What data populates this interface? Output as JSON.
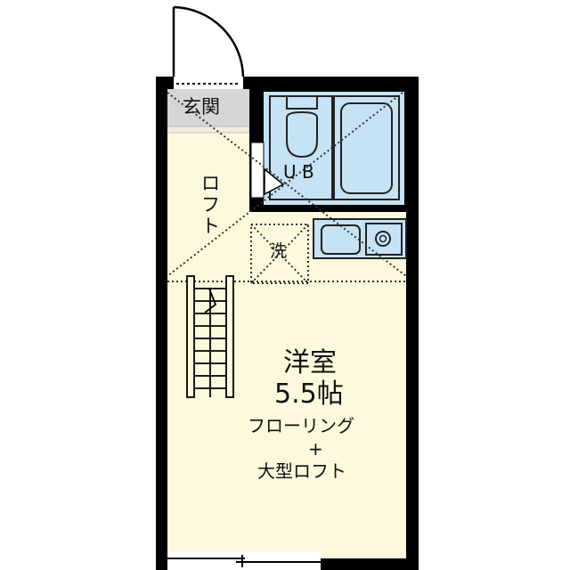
{
  "floorplan": {
    "colors": {
      "wall": "#000000",
      "room": "#fcf9dc",
      "wet": "#c5e3f5",
      "entrance": "#d6d6d6",
      "hall": "#f1ebe0"
    },
    "rooms": {
      "entrance": "玄関",
      "bath": "U B",
      "loft_small": [
        "ロ",
        "フ",
        "ト"
      ],
      "washer": "洗",
      "main_room": {
        "type": "洋室",
        "size": "5.5帖",
        "floor": "フローリング",
        "plus": "+",
        "extra": "大型ロフト"
      }
    }
  }
}
